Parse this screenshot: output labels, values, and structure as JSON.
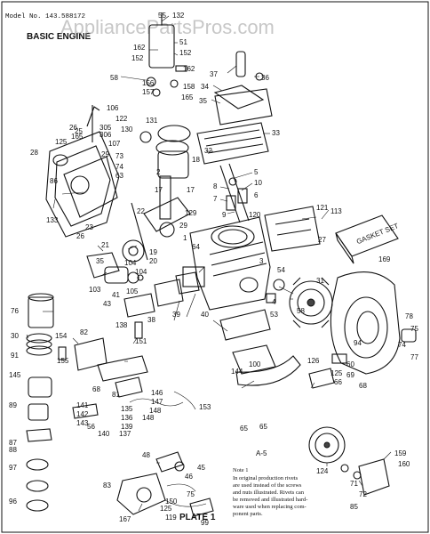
{
  "header": {
    "model_number": "Model No. 143.588172",
    "title": "BASIC ENGINE"
  },
  "watermark": "AppliancePartsPros.com",
  "diagram_code": "A-5",
  "footer_label": "PLATE 1",
  "note": {
    "title": "Note 1",
    "lines": [
      "In original production rivets",
      "are used instead of the screws",
      "and nuts illustrated. Rivets can",
      "be removed and illustrated hard-",
      "ware used when replacing com-",
      "ponent parts."
    ]
  },
  "gasket_set_label": "GASKET SET",
  "part_numbers": [
    "55",
    "132",
    "51",
    "152",
    "162",
    "152",
    "162",
    "58",
    "156",
    "157",
    "158",
    "165",
    "37",
    "36",
    "34",
    "35",
    "106",
    "122",
    "305",
    "306",
    "131",
    "130",
    "26",
    "125",
    "165",
    "107",
    "28",
    "73",
    "74",
    "63",
    "86",
    "133",
    "23",
    "25",
    "17",
    "18",
    "29",
    "2",
    "8",
    "17",
    "5",
    "10",
    "6",
    "7",
    "9",
    "33",
    "32",
    "121",
    "113",
    "27",
    "169",
    "120",
    "26",
    "29",
    "22",
    "21",
    "104",
    "105",
    "103",
    "19",
    "20",
    "129",
    "1",
    "40",
    "3",
    "64",
    "31",
    "4",
    "54",
    "53",
    "76",
    "30",
    "91",
    "154",
    "155",
    "82",
    "43",
    "138",
    "151",
    "41",
    "38",
    "39",
    "100",
    "78",
    "75",
    "74",
    "77",
    "58",
    "66",
    "94",
    "60",
    "69",
    "126",
    "125",
    "145",
    "89",
    "68",
    "87",
    "141",
    "142",
    "143",
    "140",
    "137",
    "56",
    "146",
    "147",
    "148",
    "135",
    "136",
    "139",
    "153",
    "148",
    "144",
    "65",
    "45",
    "46",
    "48",
    "150",
    "88",
    "97",
    "83",
    "96",
    "125",
    "167",
    "119",
    "75",
    "99",
    "124",
    "71",
    "72",
    "159",
    "160",
    "85",
    "104",
    "35",
    "68",
    "81",
    "65"
  ]
}
